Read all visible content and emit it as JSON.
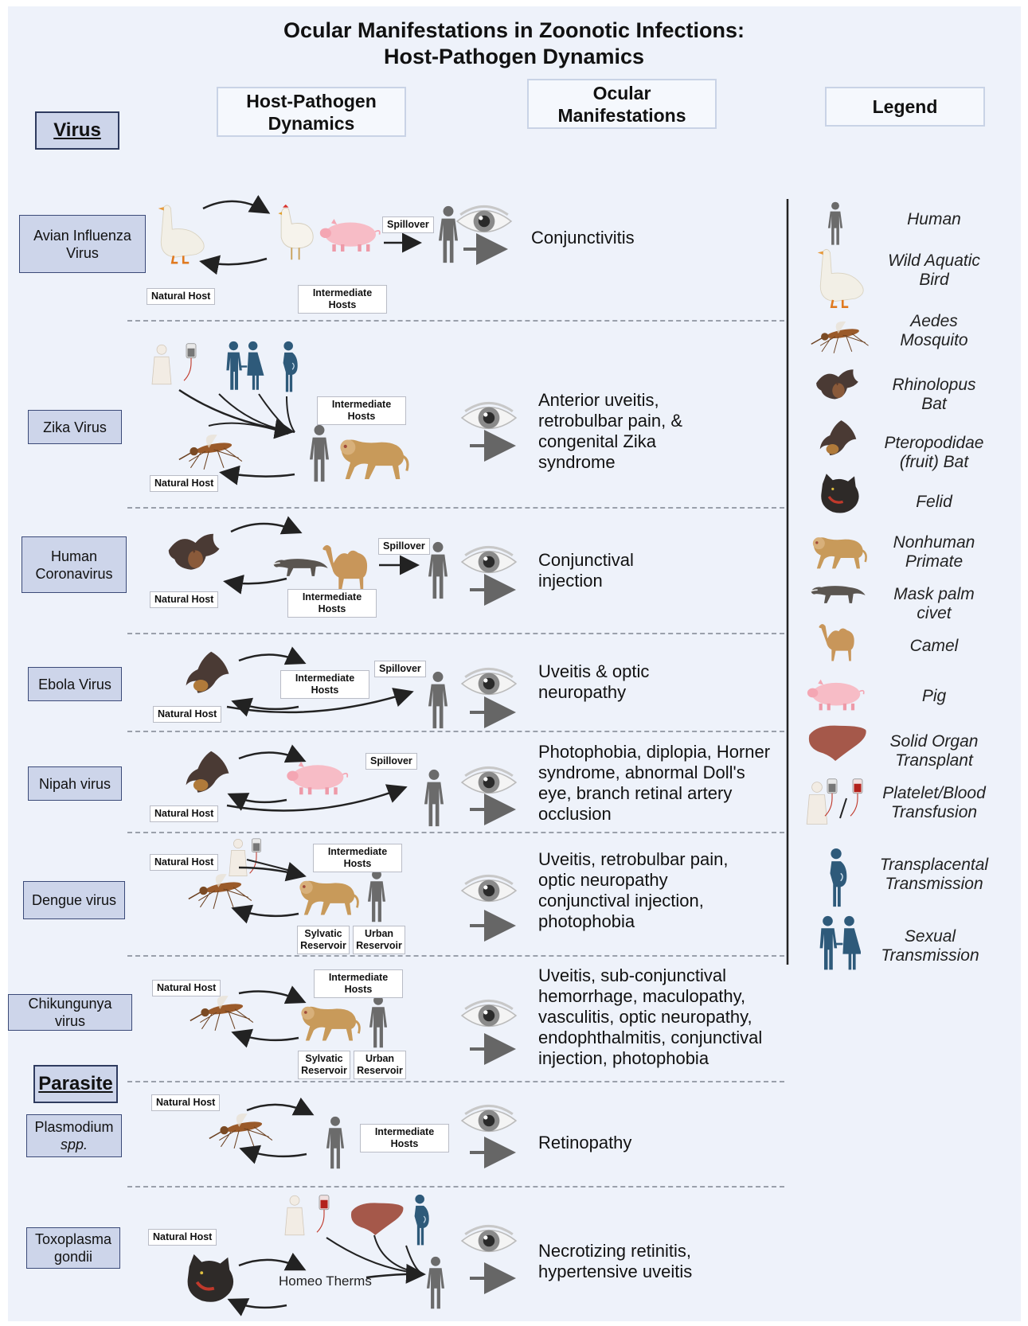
{
  "title_line1": "Ocular Manifestations in Zoonotic Infections:",
  "title_line2": "Host-Pathogen Dynamics",
  "headers": {
    "virus": "Virus",
    "dynamics": "Host-Pathogen Dynamics",
    "ocular": "Ocular Manifestations",
    "legend": "Legend",
    "parasite": "Parasite"
  },
  "labels": {
    "natural_host": "Natural Host",
    "intermediate_hosts": "Intermediate Hosts",
    "spillover": "Spillover",
    "sylvatic_reservoir": "Sylvatic Reservoir",
    "urban_reservoir": "Urban Reservoir",
    "homeo_therms": "Homeo Therms"
  },
  "rows": [
    {
      "name": "Avian Influenza Virus",
      "manifestation": "Conjunctivitis"
    },
    {
      "name": "Zika Virus",
      "manifestation": "Anterior uveitis, retrobulbar pain, & congenital Zika syndrome"
    },
    {
      "name": "Human Coronavirus",
      "manifestation": "Conjunctival injection"
    },
    {
      "name": "Ebola Virus",
      "manifestation": "Uveitis & optic neuropathy"
    },
    {
      "name": "Nipah virus",
      "manifestation": "Photophobia, diplopia, Horner syndrome, abnormal Doll's eye, branch retinal artery occlusion"
    },
    {
      "name": "Dengue virus",
      "manifestation": "Uveitis, retrobulbar pain, optic neuropathy conjunctival injection, photophobia"
    },
    {
      "name": "Chikungunya virus",
      "manifestation": "Uveitis, sub-conjunctival hemorrhage, maculopathy, vasculitis, optic neuropathy, endophthalmitis, conjunctival injection, photophobia"
    },
    {
      "name_main": "Plasmodium",
      "name_sub": "spp.",
      "manifestation": "Retinopathy"
    },
    {
      "name": "Toxoplasma gondii",
      "manifestation": "Necrotizing retinitis, hypertensive uveitis"
    }
  ],
  "legend": [
    {
      "label": "Human",
      "icon": "human-icon"
    },
    {
      "label": "Wild Aquatic Bird",
      "icon": "goose-icon"
    },
    {
      "label": "Aedes Mosquito",
      "icon": "mosquito-icon"
    },
    {
      "label": "Rhinolopus Bat",
      "icon": "bat-icon"
    },
    {
      "label": "Pteropodidae (fruit) Bat",
      "icon": "fruit-bat-icon"
    },
    {
      "label": "Felid",
      "icon": "felid-icon"
    },
    {
      "label": "Nonhuman Primate",
      "icon": "monkey-icon"
    },
    {
      "label": "Mask palm civet",
      "icon": "civet-icon"
    },
    {
      "label": "Camel",
      "icon": "camel-icon"
    },
    {
      "label": "Pig",
      "icon": "pig-icon"
    },
    {
      "label": "Solid Organ Transplant",
      "icon": "liver-icon"
    },
    {
      "label": "Platelet/Blood Transfusion",
      "icon": "transfusion-icon"
    },
    {
      "label": "Transplacental Transmission",
      "icon": "pregnant-icon"
    },
    {
      "label": "Sexual Transmission",
      "icon": "couple-icon"
    }
  ],
  "colors": {
    "background": "#eef2fa",
    "pathogen_box": "#cdd5ea",
    "human": "#6b6b6b",
    "transmission_blue": "#2e5a7a"
  }
}
